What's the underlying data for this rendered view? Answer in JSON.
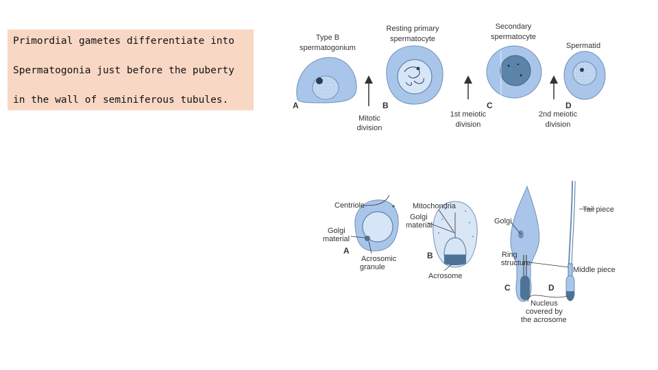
{
  "text_box": {
    "line1": "Primordial gametes  differentiate into",
    "line2": "Spermatogonia just before the puberty",
    "line3": "in the wall of seminiferous tubules."
  },
  "top_diagram": {
    "cell_a": {
      "label1": "Type B",
      "label2": "spermatogonium",
      "letter": "A"
    },
    "cell_b": {
      "label1": "Resting primary",
      "label2": "spermatocyte",
      "letter": "B"
    },
    "cell_c": {
      "label1": "Secondary",
      "label2": "spermatocyte",
      "letter": "C"
    },
    "cell_d": {
      "label1": "Spermatid",
      "letter": "D"
    },
    "arrow1": {
      "line1": "Mitotic",
      "line2": "division"
    },
    "arrow2": {
      "line1": "1st meiotic",
      "line2": "division"
    },
    "arrow3": {
      "line1": "2nd meiotic",
      "line2": "division"
    }
  },
  "bottom_diagram": {
    "centriole": "Centriole",
    "golgi_a1": "Golgi",
    "golgi_a2": "material",
    "acrosomic1": "Acrosomic",
    "acrosomic2": "granule",
    "letter_a": "A",
    "mitochondria": "Mitochondria",
    "golgi_b1": "Golgi",
    "golgi_b2": "material",
    "acrosome": "Acrosome",
    "letter_b": "B",
    "golgi_c": "Golgi",
    "ring1": "Ring",
    "ring2": "structure",
    "letter_c": "C",
    "letter_d": "D",
    "nucleus1": "Nucleus",
    "nucleus2": "covered by",
    "nucleus3": "the acrosome",
    "tail_piece": "Tail piece",
    "middle_piece": "Middle piece"
  },
  "colors": {
    "cell_fill": "#a9c6ea",
    "cell_inner": "#d6e6f7",
    "nucleus_dark": "#4f7397",
    "text_box_bg": "#f8d7c4"
  }
}
